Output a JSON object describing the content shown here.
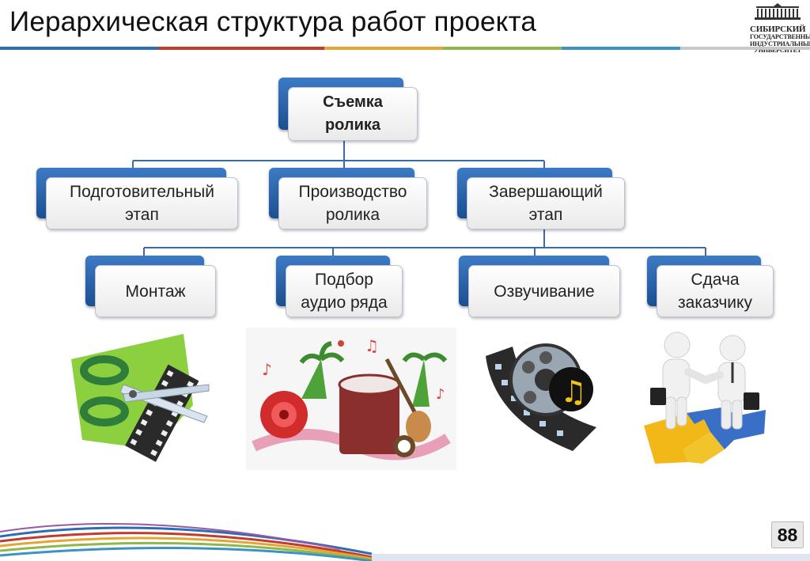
{
  "title": "Иерархическая структура работ проекта",
  "logo": {
    "line1": "Сибирский",
    "line2": "государственный",
    "line3": "индустриальный",
    "line4": "университет"
  },
  "page_number": "88",
  "colors": {
    "bar": [
      "#2c6db3",
      "#c23b2c",
      "#e3a534",
      "#8fb74a",
      "#3d92c4",
      "#9a58a2",
      "#c9c9c9"
    ],
    "node_back": "#2a64ad",
    "connector": "#3c6aa8"
  },
  "diagram": {
    "root": "Съемка\nролика",
    "phases": [
      "Подготовительный\nэтап",
      "Производство\nролика",
      "Завершающий\nэтап"
    ],
    "tasks": [
      "Монтаж",
      "Подбор\nаудио ряда",
      "Озвучивание",
      "Сдача\nзаказчику"
    ]
  },
  "illustrations": [
    "scissors-film-icon",
    "music-instruments-icon",
    "film-reel-music-icon",
    "handshake-puzzle-icon"
  ]
}
